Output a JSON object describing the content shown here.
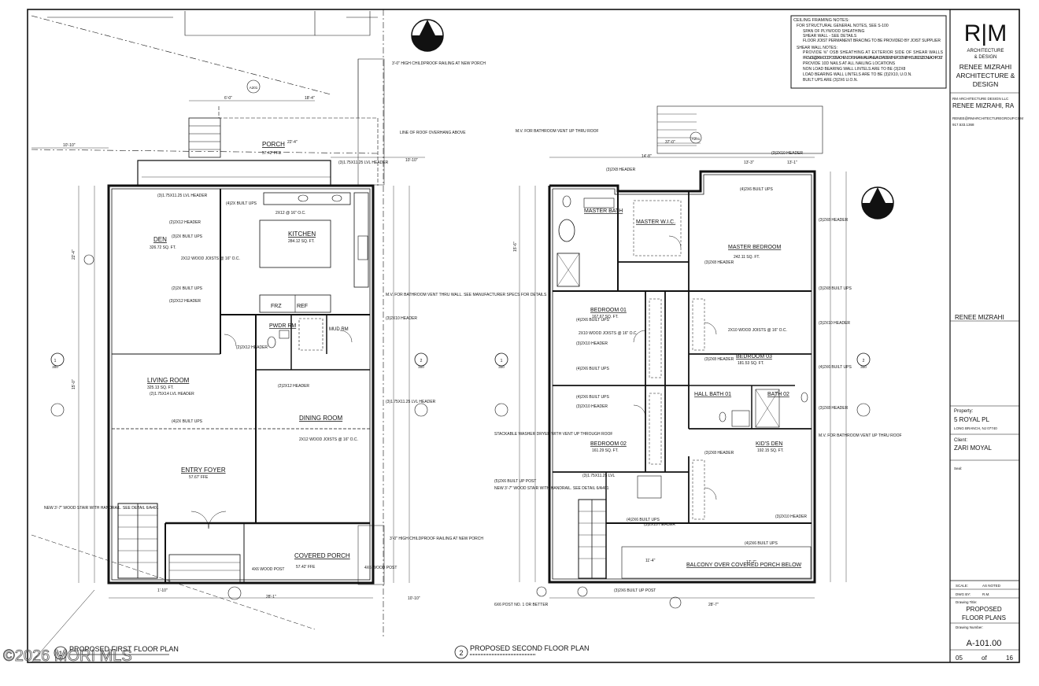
{
  "framing_notes": {
    "title": "CEILING FRAMING NOTES:",
    "lines": [
      "FOR STRUCTURAL GENERAL NOTES, SEE S-100",
      "SPAN OF PLYWOOD SHEATHING",
      "SHEAR WALL - SEE DETAILS",
      "FLOOR JOIST PERMANENT BRACING TO BE PROVIDED BY JOIST SUPPLIER",
      "SHEAR WALL NOTES:",
      "PROVIDE ⅝\" OSB SHEATHING AT EXTERIOR SIDE OF SHEAR WALLS",
      "PROVIDE (2)2X6 WOOD POST EACH END OF SHEAR WALL PANEL AND FASTEN THE POST WITH HDU8-SDS2.5 ON EACH POST",
      "PROVIDE 10D NAILS AT ALL NAILING LOCATIONS",
      "NON LOAD BEARING WALL LINTELS ARE TO BE (3)2X8",
      "LOAD BEARING WALL LINTELS ARE TO BE (3)2X10, U.O.N.",
      "BUILT UPS ARE (3)2X6 U.O.N."
    ]
  },
  "first_floor": {
    "title": "PROPOSED FIRST FLOOR PLAN",
    "number": "1",
    "rooms": {
      "porch": "PORCH",
      "porch_ffe": "57.42' FFE",
      "den": "DEN",
      "den_area": "326.72 SQ. FT.",
      "kitchen": "KITCHEN",
      "kitchen_area": "284.12 SQ. FT.",
      "frz": "FRZ",
      "ref": "REF",
      "pwdr": "PWDR RM",
      "mud": "MUD RM",
      "living": "LIVING ROOM",
      "living_area": "325.13 SQ. FT.",
      "dining": "DINING ROOM",
      "entry": "ENTRY FOYER",
      "entry_ffe": "57.67' FFE",
      "covered_porch": "COVERED PORCH",
      "covered_porch_ffe": "57.42' FFE"
    },
    "notes": {
      "railing": "3'-0\" HIGH CHILDPROOF RAILING AT NEW PORCH",
      "roof_line": "LINE OF ROOF OVERHANG ABOVE",
      "mv": "M.V. FOR BATHROOM VENT THRU WALL. SEE MANUFACTURER SPECS FOR DETAILS",
      "stair": "NEW 3'-7\" WOOD STAIR WITH HANDRAIL. SEE DETAIL 6/A401",
      "railing2": "3'-0\" HIGH CHILDPROOF RAILING AT NEW PORCH",
      "post": "4X6 WOOD POST"
    },
    "labels": {
      "h1": "(3)1.75X11.25 LVL HEADER",
      "h2": "(4)2X BUILT UPS",
      "h3": "(2)2X12 HEADER",
      "h4": "(3)2X BUILT UPS",
      "h5": "(3)2X12 HEADER",
      "h6": "(2)2X BUILT UPS",
      "h7": "(3)2X10 HEADER",
      "h8": "(2)1.75X14 LVL HEADER",
      "h9": "(4)2X BUILT UPS",
      "h10": "(2)2X12 HEADER",
      "h11": "(3)1.75X11.25 LVL HEADER",
      "h12": "(3)1.75X11.25 LVL HEADER",
      "h13": "4X6 WOOD POST",
      "h14": "(2)2X12 HEADER",
      "joists1": "2X12 @ 16\" O.C.",
      "joists2": "2X12 WOOD JOISTS @ 16\" O.C.",
      "joists3": "2X12 WOOD JOISTS @ 16\" O.C."
    },
    "dims": {
      "top_total": "10'-10\"",
      "porch_w": "22'-4\"",
      "d1": "6'-0\"",
      "d2": "18'-4\"",
      "d3": "10'-10\"",
      "right_total": "10'-10\"",
      "left1": "22'-4\"",
      "left2": "15'-0\"",
      "bottom1": "1'-10\"",
      "bottom2": "28'-1\""
    }
  },
  "second_floor": {
    "title": "PROPOSED SECOND FLOOR PLAN",
    "number": "2",
    "rooms": {
      "master_bath": "MASTER BATH",
      "master_wic": "MASTER W.I.C.",
      "master_bed": "MASTER BEDROOM",
      "master_bed_area": "242.11 SQ. FT.",
      "bed1": "BEDROOM 01",
      "bed1_area": "167.67 SQ. FT.",
      "bed3": "BEDROOM 03",
      "bed3_area": "181.53 SQ. FT.",
      "hall_bath": "HALL BATH 01",
      "bath2": "BATH 02",
      "bed2": "BEDROOM 02",
      "bed2_area": "161.29 SQ. FT.",
      "kids_den": "KID'S DEN",
      "kids_den_area": "192.15 SQ. FT.",
      "balcony": "BALCONY OVER COVERED PORCH BELOW"
    },
    "notes": {
      "mv": "M.V. FOR BATHROOM VENT UP THRU ROOF",
      "mv2": "M.V. FOR BATHROOM VENT UP THRU ROOF",
      "washer": "STACKABLE WASHER DRYER WITH VENT UP THROUGH ROOF",
      "stair": "NEW 3'-7\" WOOD STAIR WITH HANDRAIL. SEE DETAIL 6/A401",
      "post_note": "6X6 POST NO. 1 OR BETTER"
    },
    "labels": {
      "a1": "(3)2X8 HEADER",
      "a2": "(3)2X10 HEADER",
      "a3": "(4)2X6 BUILT UPS",
      "a4": "(3)2X8 HEADER",
      "a5": "(3)2X8 HEADER",
      "a6": "(3)2X8 BUILT UPS",
      "a7": "(3)2X10 HEADER",
      "a8": "(3)2X8 HEADER",
      "a9": "(4)2X6 BUILT UPS",
      "a10": "(3)2X8 HEADER",
      "a11": "(4)2X6 BUILT UPS",
      "a12": "(3)2X10 HEADER",
      "a13": "(4)2X6 BUILT UPS",
      "a14": "(4)2X6 BUILT UPS",
      "a15": "(3)2X10 HEADER",
      "a16": "(5)2X6 BUILT UP POST",
      "a17": "(3)1.75X11.25 LVL",
      "a18": "(4)2X6 BUILT UPS",
      "a19": "(3)2X10 HEADER",
      "a20": "(4)2X6 BUILT UPS",
      "a21": "(3)2X6 BUILT UP POST",
      "a22": "(3)2X10 HEADER",
      "a23": "(3)2X8 HEADER",
      "joists1": "2X10 WOOD JOISTS @ 16\" O.C.",
      "joists2": "2X10 WOOD JOISTS @ 16\" O.C."
    },
    "dims": {
      "top": "37'-0\"",
      "d1": "14'-8\"",
      "d2": "13'-3\"",
      "right1": "13'-1\"",
      "bottom1": "11'-4\"",
      "bottom2": "28'-7\"",
      "bottom3": "17'-7\"",
      "left1": "15'-6\""
    }
  },
  "title_block": {
    "logo": "R|M",
    "logo_sub1": "ARCHITECTURE",
    "logo_sub2": "& DESIGN",
    "firm1": "RENEE MIZRAHI",
    "firm2": "ARCHITECTURE &",
    "firm3": "DESIGN",
    "llc": "RM ARCHITECTURE DESIGN LLC",
    "architect": "RENEE MIZRAHI, RA",
    "email": "RENEE@RMARCHITECTUREGROUP.COM",
    "phone": "917.533.1368",
    "architect_sig": "RENEE MIZRAHI",
    "property_label": "Property:",
    "property": "5 ROYAL PL",
    "property_city": "LONG BRANCH, NJ 07740",
    "client_label": "Client:",
    "client": "ZARI MOYAL",
    "seal_label": "Seal:",
    "scale_label": "SCALE:",
    "scale": "AS NOTED",
    "dwg_label": "DWG BY:",
    "dwg": "R.M.",
    "title_label": "Drawing Title:",
    "drawing_title1": "PROPOSED",
    "drawing_title2": "FLOOR PLANS",
    "number_label": "Drawing Number:",
    "drawing_number": "A-101.00",
    "sheet": "05",
    "of": "of",
    "total": "16"
  },
  "watermark": "©2026 MORI MLS",
  "section_marks": {
    "s1": "1",
    "s1b": "300",
    "s2": "2",
    "s2b": "A201",
    "s3": "A201"
  }
}
